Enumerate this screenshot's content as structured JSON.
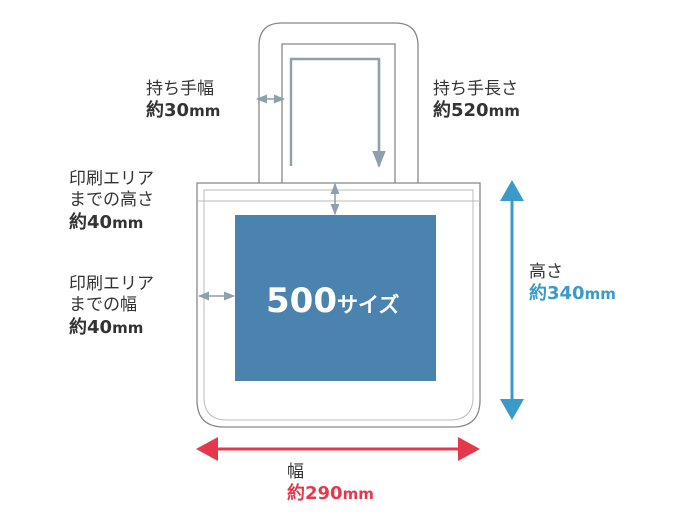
{
  "handle_width": {
    "title": "持ち手幅",
    "prefix": "約",
    "value": "30",
    "unit": "mm"
  },
  "handle_length": {
    "title": "持ち手長さ",
    "prefix": "約",
    "value": "520",
    "unit": "mm"
  },
  "print_top": {
    "title_line1": "印刷エリア",
    "title_line2": "までの高さ",
    "prefix": "約",
    "value": "40",
    "unit": "mm"
  },
  "print_side": {
    "title_line1": "印刷エリア",
    "title_line2": "までの幅",
    "prefix": "約",
    "value": "40",
    "unit": "mm"
  },
  "print_area": {
    "number": "500",
    "suffix": "サイズ"
  },
  "height": {
    "title": "高さ",
    "prefix": "約",
    "value": "340",
    "unit": "mm"
  },
  "width": {
    "title": "幅",
    "prefix": "約",
    "value": "290",
    "unit": "mm"
  },
  "colors": {
    "text": "#333333",
    "print_area": "#4a83ad",
    "height_accent": "#3a9bc9",
    "width_accent": "#e4394d",
    "guide": "#8fa0ad",
    "outline": "#888888"
  }
}
